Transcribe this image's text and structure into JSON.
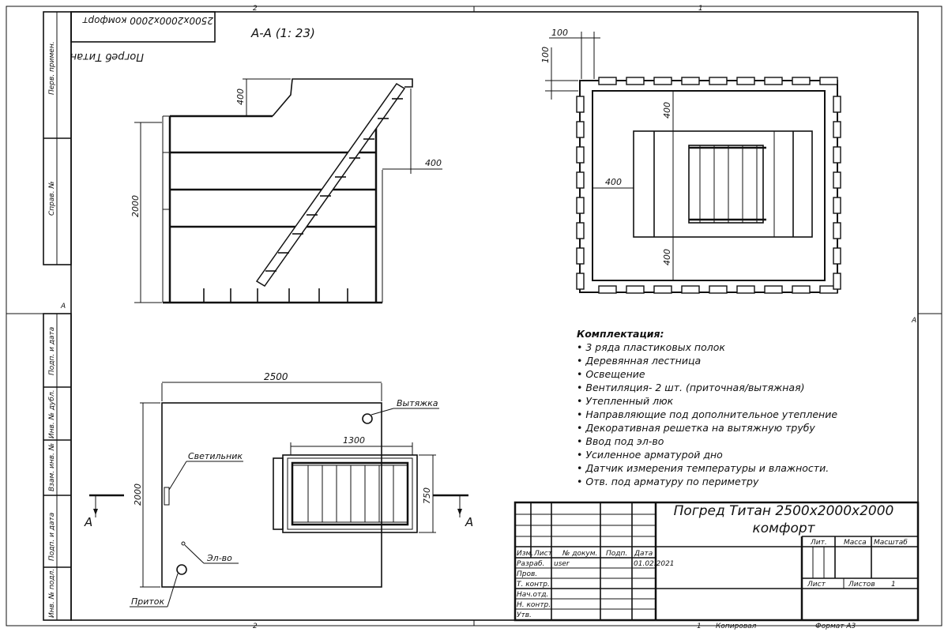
{
  "frame": {
    "top_zone_left": "2",
    "top_zone_right": "1",
    "bottom_zone_left": "2",
    "bottom_zone_right": "1",
    "left_zone": "А",
    "right_zone": "А",
    "side_labels": [
      "Перв. примен.",
      "Справ. №",
      "Подп. и дата",
      "Инв. № дубл.",
      "Взам. инв. №",
      "Подп. и дата",
      "Инв. № подл."
    ]
  },
  "mirrored_title": {
    "line1": "Погреб Титан",
    "line2": "2500x2000x2000 комфорт"
  },
  "section_view": {
    "label": "А-А (1: 23)",
    "dim_height": "2000",
    "dim_top": "400",
    "dim_right": "400"
  },
  "plan_view": {
    "dim_a": "100",
    "dim_b": "100",
    "dim_top": "400",
    "dim_left": "400",
    "dim_bottom": "400"
  },
  "top_view": {
    "dim_width": "2500",
    "dim_height": "2000",
    "dim_hatch_w": "1300",
    "dim_hatch_h": "750",
    "label_exhaust": "Вытяжка",
    "label_light": "Светильник",
    "label_power": "Эл-во",
    "label_inflow": "Приток",
    "cut_left": "А",
    "cut_right": "А"
  },
  "spec": {
    "title": "Комплектация:",
    "items": [
      "3 ряда пластиковых полок",
      "Деревянная лестница",
      "Освещение",
      "Вентиляция- 2 шт. (приточная/вытяжная)",
      "Утепленный люк",
      "Направляющие под дополнительное утепление",
      "Декоративная решетка на вытяжную трубу",
      "Ввод под эл-во",
      "Усиленное арматурой дно",
      "Датчик измерения температуры и влажности.",
      "Отв. под арматуру по периметру"
    ]
  },
  "title_block": {
    "title_line1": "Погред Титан 2500x2000x2000",
    "title_line2": "комфорт",
    "col_izm": "Изм.",
    "col_list": "Лист",
    "col_docnum": "№ докум.",
    "col_sign": "Подп.",
    "col_date": "Дата",
    "row_razrab": "Разраб.",
    "razrab_name": "user",
    "razrab_date": "01.02.2021",
    "row_prov": "Пров.",
    "row_tkontr": "Т. контр.",
    "row_nachotd": "Нач.отд.",
    "row_nkontr": "Н. контр.",
    "row_utv": "Утв.",
    "lit": "Лит.",
    "massa": "Масса",
    "masshtab": "Масштаб",
    "list": "Лист",
    "listov": "Листов",
    "listov_value": "1",
    "copied": "Копировал",
    "format": "Формат А3",
    "sheet_num": "1"
  }
}
